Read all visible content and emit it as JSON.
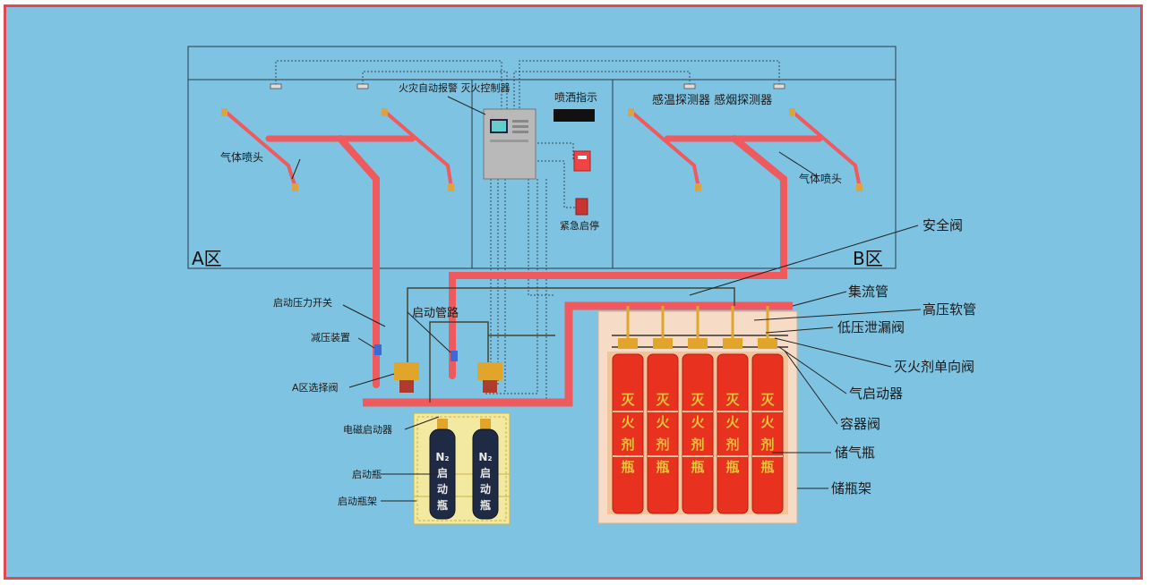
{
  "diagram": {
    "zones": {
      "a": "A区",
      "b": "B区"
    },
    "room_labels": {
      "controller": "火灾自动报警 灭火控制器",
      "alarm_display": "喷洒指示",
      "detectors_b": "感温探测器 感烟探测器",
      "nozzle_a": "气体喷头",
      "nozzle_b": "气体喷头",
      "manual_start": "紧急启停"
    },
    "left_labels": {
      "pressure_switch": "启动压力开关",
      "start_pipe": "启动管路",
      "pressure_valve": "减压装置",
      "zone_a_selector": "A区选择阀",
      "solenoid_actuator": "电磁启动器",
      "start_cylinder": "启动瓶",
      "start_rack": "启动瓶架"
    },
    "right_labels": {
      "safety_valve": "安全阀",
      "manifold": "集流管",
      "hp_hose": "高压软管",
      "lp_vent": "低压泄漏阀",
      "check_valve": "灭火剂单向阀",
      "gas_actuator": "气启动器",
      "container_valve": "容器阀",
      "storage_cylinder": "储气瓶",
      "storage_rack": "储瓶架"
    },
    "n2_cylinder_text": [
      "N₂",
      "启",
      "动",
      "瓶"
    ],
    "agent_cylinder_text": [
      "灭",
      "火",
      "剂",
      "瓶"
    ]
  }
}
